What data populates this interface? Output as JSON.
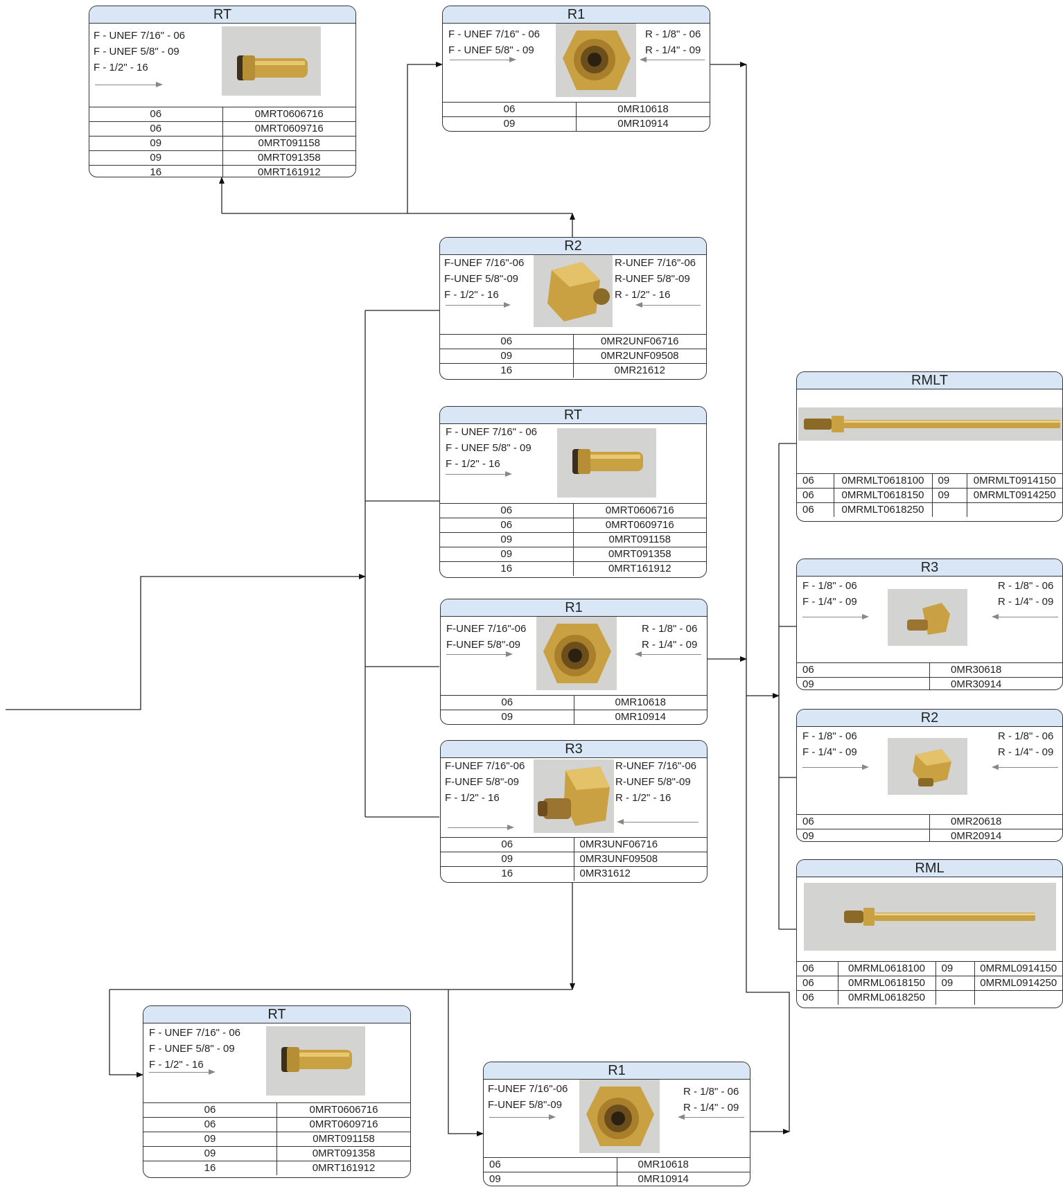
{
  "colors": {
    "header_fill": "#d9e6f6",
    "brass": "#c9a042",
    "line": "#222222"
  },
  "cards": {
    "rt_top": {
      "title": "RT",
      "specs": [
        "F - UNEF 7/16\" - 06",
        "F - UNEF 5/8\" - 09",
        "F - 1/2\" - 16"
      ],
      "rows": [
        [
          "06",
          "0MRT0606716"
        ],
        [
          "06",
          "0MRT0609716"
        ],
        [
          "09",
          "0MRT091158"
        ],
        [
          "09",
          "0MRT091358"
        ],
        [
          "16",
          "0MRT161912"
        ]
      ]
    },
    "r1_top": {
      "title": "R1",
      "specs_left": [
        "F - UNEF 7/16\" - 06",
        "F - UNEF 5/8\" - 09"
      ],
      "specs_right": [
        "R - 1/8\" - 06",
        "R - 1/4\" - 09"
      ],
      "rows": [
        [
          "06",
          "0MR10618"
        ],
        [
          "09",
          "0MR10914"
        ]
      ]
    },
    "r2_mid": {
      "title": "R2",
      "specs_left": [
        "F-UNEF 7/16\"-06",
        "F-UNEF 5/8\"-09",
        "F - 1/2\" - 16"
      ],
      "specs_right": [
        "R-UNEF 7/16\"-06",
        "R-UNEF 5/8\"-09",
        "R - 1/2\" - 16"
      ],
      "rows": [
        [
          "06",
          "0MR2UNF06716"
        ],
        [
          "09",
          "0MR2UNF09508"
        ],
        [
          "16",
          "0MR21612"
        ]
      ]
    },
    "rt_mid": {
      "title": "RT",
      "specs": [
        "F - UNEF 7/16\" - 06",
        "F - UNEF 5/8\" - 09",
        "F - 1/2\" - 16"
      ],
      "rows": [
        [
          "06",
          "0MRT0606716"
        ],
        [
          "06",
          "0MRT0609716"
        ],
        [
          "09",
          "0MRT091158"
        ],
        [
          "09",
          "0MRT091358"
        ],
        [
          "16",
          "0MRT161912"
        ]
      ]
    },
    "r1_mid": {
      "title": "R1",
      "specs_left": [
        "F-UNEF 7/16\"-06",
        "F-UNEF 5/8\"-09"
      ],
      "specs_right": [
        "R - 1/8\" - 06",
        "R - 1/4\" - 09"
      ],
      "rows": [
        [
          "06",
          "0MR10618"
        ],
        [
          "09",
          "0MR10914"
        ]
      ]
    },
    "r3_mid": {
      "title": "R3",
      "specs_left": [
        "F-UNEF 7/16\"-06",
        "F-UNEF 5/8\"-09",
        "F - 1/2\" - 16"
      ],
      "specs_right": [
        "R-UNEF 7/16\"-06",
        "R-UNEF 5/8\"-09",
        "R - 1/2\" - 16"
      ],
      "rows": [
        [
          "06",
          "0MR3UNF06716"
        ],
        [
          "09",
          "0MR3UNF09508"
        ],
        [
          "16",
          "0MR31612"
        ]
      ]
    },
    "rt_bottom": {
      "title": "RT",
      "specs": [
        "F - UNEF 7/16\" - 06",
        "F - UNEF 5/8\" - 09",
        "F - 1/2\" - 16"
      ],
      "rows": [
        [
          "06",
          "0MRT0606716"
        ],
        [
          "06",
          "0MRT0609716"
        ],
        [
          "09",
          "0MRT091158"
        ],
        [
          "09",
          "0MRT091358"
        ],
        [
          "16",
          "0MRT161912"
        ]
      ]
    },
    "r1_bottom": {
      "title": "R1",
      "specs_left": [
        "F-UNEF 7/16\"-06",
        "F-UNEF 5/8\"-09"
      ],
      "specs_right": [
        "R - 1/8\" - 06",
        "R - 1/4\" - 09"
      ],
      "rows": [
        [
          "06",
          "0MR10618"
        ],
        [
          "09",
          "0MR10914"
        ]
      ]
    },
    "rmlt": {
      "title": "RMLT",
      "rows": [
        [
          "06",
          "0MRMLT0618100",
          "09",
          "0MRMLT0914150"
        ],
        [
          "06",
          "0MRMLT0618150",
          "09",
          "0MRMLT0914250"
        ],
        [
          "06",
          "0MRMLT0618250",
          "",
          ""
        ]
      ]
    },
    "r3_right": {
      "title": "R3",
      "specs_left": [
        "F - 1/8\" - 06",
        "F - 1/4\" - 09"
      ],
      "specs_right": [
        "R - 1/8\" - 06",
        "R - 1/4\" - 09"
      ],
      "rows": [
        [
          "06",
          "0MR30618"
        ],
        [
          "09",
          "0MR30914"
        ]
      ]
    },
    "r2_right": {
      "title": "R2",
      "specs_left": [
        "F - 1/8\" - 06",
        "F - 1/4\" - 09"
      ],
      "specs_right": [
        "R - 1/8\" - 06",
        "R - 1/4\" - 09"
      ],
      "rows": [
        [
          "06",
          "0MR20618"
        ],
        [
          "09",
          "0MR20914"
        ]
      ]
    },
    "rml": {
      "title": "RML",
      "rows": [
        [
          "06",
          "0MRML0618100",
          "09",
          "0MRML0914150"
        ],
        [
          "06",
          "0MRML0618150",
          "09",
          "0MRML0914250"
        ],
        [
          "06",
          "0MRML0618250",
          "",
          ""
        ]
      ]
    }
  }
}
